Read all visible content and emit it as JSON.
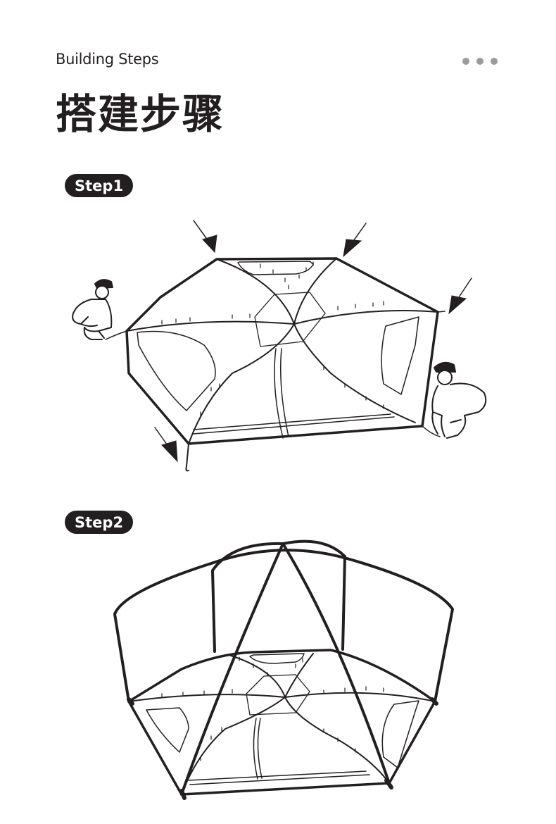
{
  "header": {
    "subtitle": "Building Steps",
    "title": "搭建步骤",
    "menu_dots_icon": "ellipsis-icon",
    "dot_color": "#9b9b9b"
  },
  "steps": [
    {
      "label": "Step1"
    },
    {
      "label": "Step2"
    }
  ],
  "colors": {
    "ink": "#231f20",
    "background": "#ffffff"
  }
}
